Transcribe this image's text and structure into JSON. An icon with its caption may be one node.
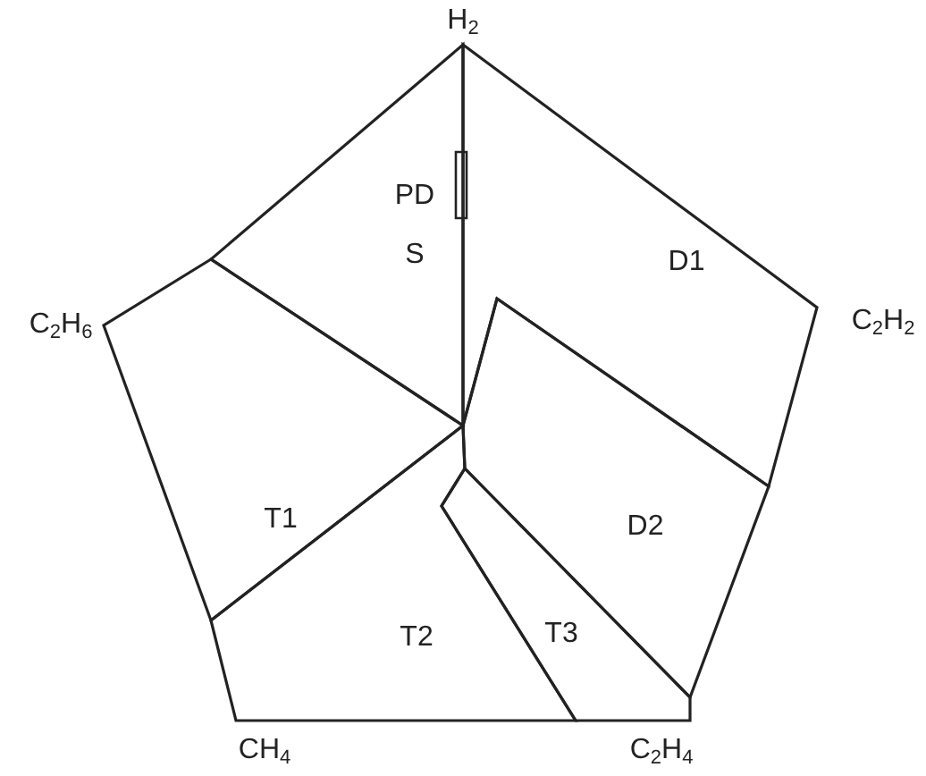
{
  "diagram": {
    "nodes": [
      {
        "text": [
          "S"
        ]
      },
      {
        "text": [
          "PD"
        ]
      },
      {
        "text": [
          "D1"
        ]
      },
      {
        "text": [
          "D2"
        ]
      },
      {
        "text": [
          "T1"
        ]
      },
      {
        "text": [
          "T2"
        ]
      },
      {
        "text": [
          "T3"
        ]
      }
    ],
    "labels": [
      "H$_{2}$",
      "C$_{2}$H$_{6}$",
      "C$_{2}$H$_{2}$",
      "CH$_{4}$",
      "C$_{2}$H$_{4}$"
    ]
  }
}
